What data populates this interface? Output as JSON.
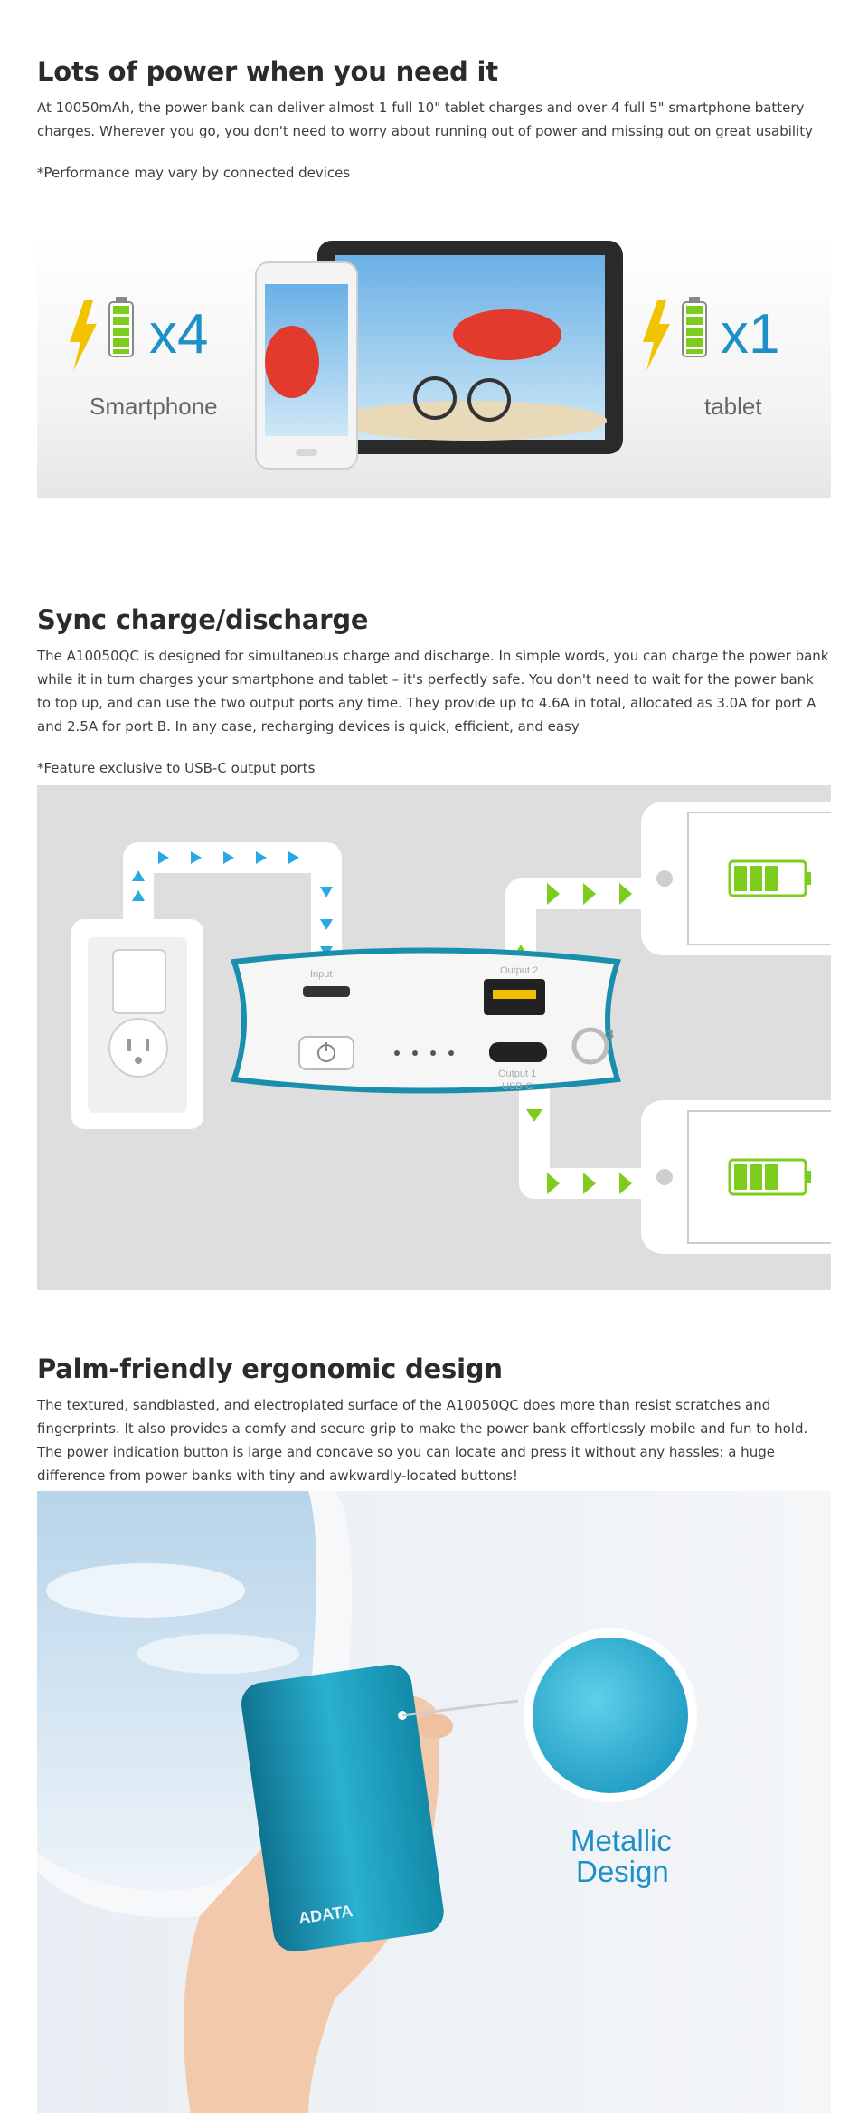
{
  "section1": {
    "title": "Lots of power when you need it",
    "body": "At 10050mAh, the power bank can deliver almost 1 full 10\" tablet charges and over 4 full 5\" smartphone battery charges. Wherever you go, you don't need to worry about running out of power and missing out on great usability",
    "note": "*Performance may vary by connected devices",
    "banner": {
      "left_count": "x4",
      "left_label": "Smartphone",
      "right_count": "x1",
      "right_label": "tablet"
    }
  },
  "section2": {
    "title": "Sync charge/discharge",
    "body": "The A10050QC is designed for simultaneous charge and discharge. In simple words, you can charge the power bank while it in turn charges your smartphone and tablet – it's perfectly safe. You don't need to wait for the power bank to top up, and can use the two output ports any time. They provide up to 4.6A in total, allocated as 3.0A for port A and 2.5A for port B. In any case, recharging devices is quick, efficient, and easy",
    "note": "*Feature exclusive to USB-C output ports",
    "diagram": {
      "input_label": "Input",
      "output2_label": "Output 2",
      "output1_label": "Output 1",
      "output1_sub": "USB-C",
      "qc_version": "3"
    }
  },
  "section3": {
    "title": "Palm-friendly ergonomic design",
    "body": "The textured, sandblasted, and electroplated surface of the A10050QC does more than resist scratches and fingerprints. It also provides a comfy and secure grip to make the power bank effortlessly mobile and fun to hold. The power indication button is large and concave so you can locate and press it without any hassles: a huge difference from power banks with tiny and awkwardly-located buttons!",
    "photo": {
      "brand": "ADATA",
      "callout_line1": "Metallic",
      "callout_line2": "Design"
    }
  },
  "colors": {
    "heading": "#2b2b2b",
    "accent_blue": "#1e8fc7",
    "arrow_blue": "#29a8e6",
    "arrow_green": "#7ccd1b",
    "battery_green": "#7ccd1b",
    "device_teal": "#1a8fad"
  }
}
